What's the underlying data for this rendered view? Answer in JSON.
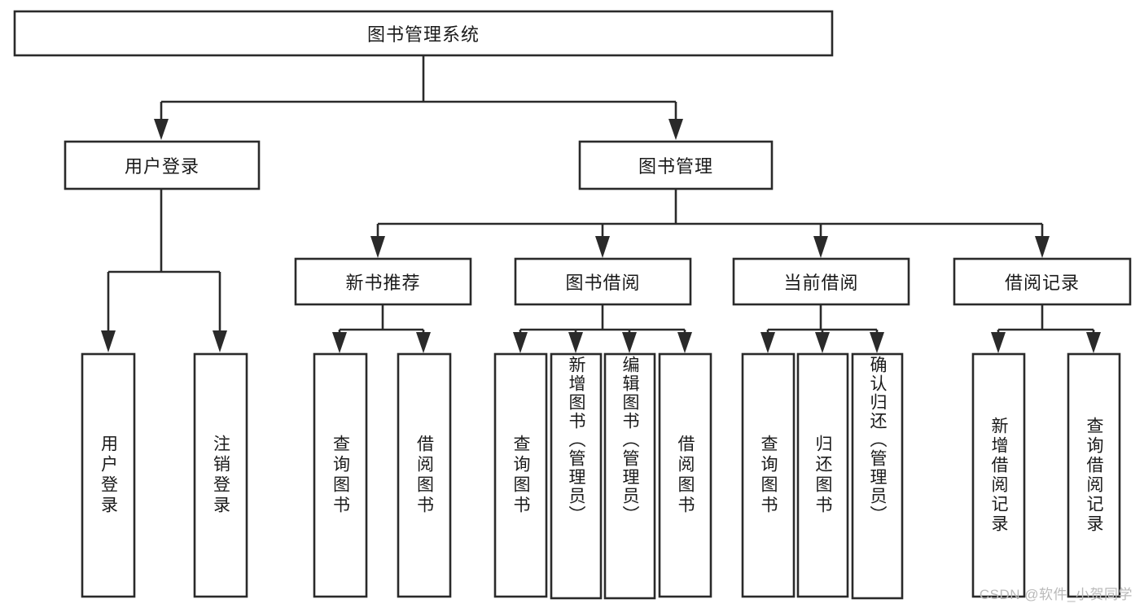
{
  "diagram": {
    "type": "hierarchy-tree",
    "title": "图书管理系统",
    "orientation": "top-down",
    "watermark": "CSDN @软件_小贺同学",
    "colors": {
      "box_fill": "#ffffff",
      "box_stroke": "#2a2a2a",
      "text": "#1a1a1a",
      "watermark": "#b9b9b9",
      "background": "#ffffff"
    },
    "root": {
      "label": "图书管理系统",
      "orientation": "horizontal"
    },
    "level2": [
      {
        "id": "user-login",
        "label": "用户登录",
        "orientation": "horizontal"
      },
      {
        "id": "book-management",
        "label": "图书管理",
        "orientation": "horizontal"
      }
    ],
    "level3": [
      {
        "id": "new-book-recommend",
        "label": "新书推荐",
        "parent": "book-management",
        "orientation": "horizontal"
      },
      {
        "id": "book-borrow",
        "label": "图书借阅",
        "parent": "book-management",
        "orientation": "horizontal"
      },
      {
        "id": "current-borrow",
        "label": "当前借阅",
        "parent": "book-management",
        "orientation": "horizontal"
      },
      {
        "id": "borrow-record",
        "label": "借阅记录",
        "parent": "book-management",
        "orientation": "horizontal"
      }
    ],
    "leaves": [
      {
        "id": "leaf-user-login",
        "label": "用户登录",
        "parent": "user-login",
        "orientation": "vertical"
      },
      {
        "id": "leaf-logout-login",
        "label": "注销登录",
        "parent": "user-login",
        "orientation": "vertical"
      },
      {
        "id": "leaf-query-book-1",
        "label": "查询图书",
        "parent": "new-book-recommend",
        "orientation": "vertical"
      },
      {
        "id": "leaf-borrow-book-1",
        "label": "借阅图书",
        "parent": "new-book-recommend",
        "orientation": "vertical"
      },
      {
        "id": "leaf-query-book-2",
        "label": "查询图书",
        "parent": "book-borrow",
        "orientation": "vertical"
      },
      {
        "id": "leaf-add-book",
        "label": "新增图书（管理员）",
        "parent": "book-borrow",
        "orientation": "vertical"
      },
      {
        "id": "leaf-edit-book",
        "label": "编辑图书（管理员）",
        "parent": "book-borrow",
        "orientation": "vertical"
      },
      {
        "id": "leaf-borrow-book-2",
        "label": "借阅图书",
        "parent": "book-borrow",
        "orientation": "vertical"
      },
      {
        "id": "leaf-query-book-3",
        "label": "查询图书",
        "parent": "current-borrow",
        "orientation": "vertical"
      },
      {
        "id": "leaf-return-book",
        "label": "归还图书",
        "parent": "current-borrow",
        "orientation": "vertical"
      },
      {
        "id": "leaf-confirm-return",
        "label": "确认归还（管理员）",
        "parent": "current-borrow",
        "orientation": "vertical"
      },
      {
        "id": "leaf-add-record",
        "label": "新增借阅记录",
        "parent": "borrow-record",
        "orientation": "vertical"
      },
      {
        "id": "leaf-query-record",
        "label": "查询借阅记录",
        "parent": "borrow-record",
        "orientation": "vertical"
      }
    ]
  }
}
